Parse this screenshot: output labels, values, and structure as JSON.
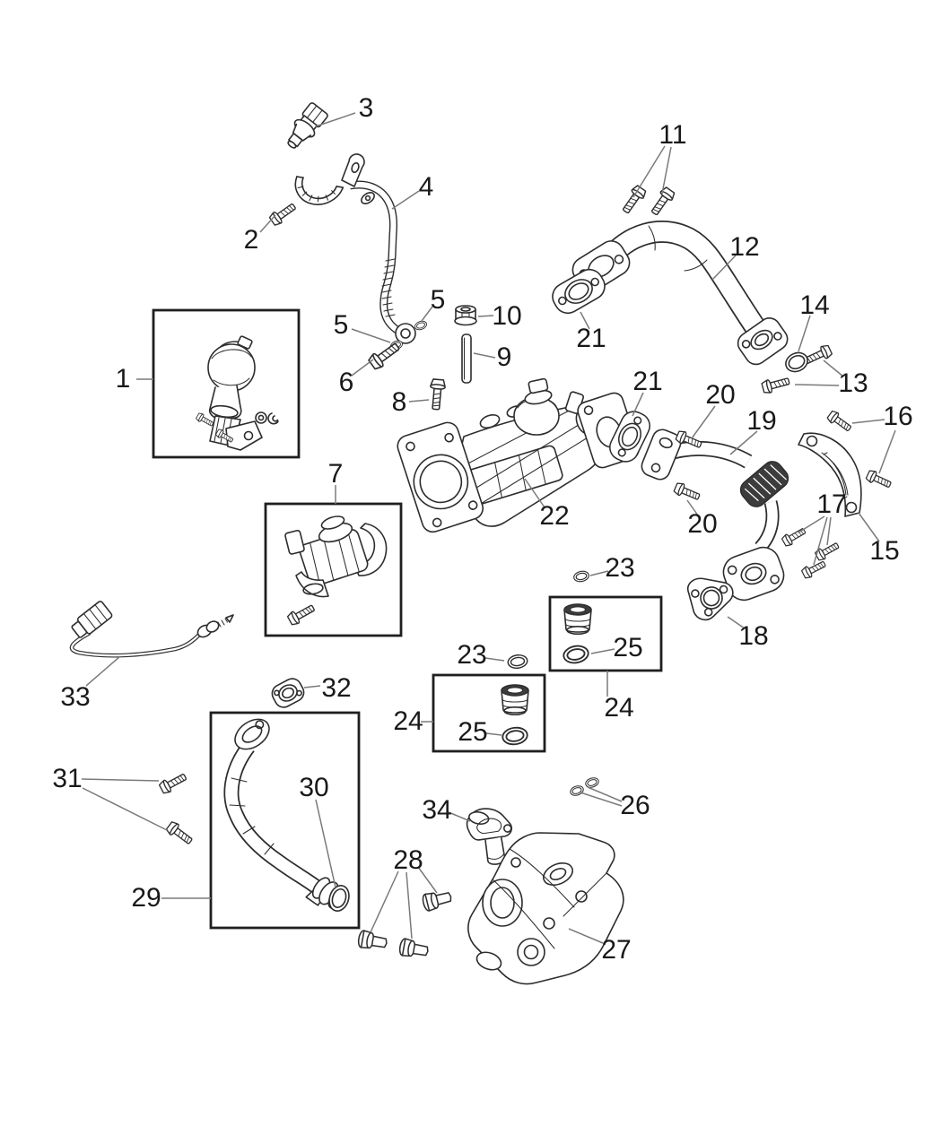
{
  "figure": {
    "type": "exploded-parts-diagram",
    "style": "monochrome-line-art"
  },
  "colors": {
    "line": "#2d2d2d",
    "leader": "#7a7a7a",
    "label": "#191919",
    "background": "#ffffff"
  },
  "callouts": {
    "c1": "1",
    "c2": "2",
    "c3": "3",
    "c4": "4",
    "c5a": "5",
    "c5b": "5",
    "c6": "6",
    "c7": "7",
    "c8": "8",
    "c9": "9",
    "c10": "10",
    "c11": "11",
    "c12": "12",
    "c13": "13",
    "c14": "14",
    "c15": "15",
    "c16": "16",
    "c17": "17",
    "c18": "18",
    "c19": "19",
    "c20a": "20",
    "c20b": "20",
    "c21a": "21",
    "c21b": "21",
    "c22": "22",
    "c23a": "23",
    "c23b": "23",
    "c24a": "24",
    "c24b": "24",
    "c25a": "25",
    "c25b": "25",
    "c26": "26",
    "c27": "27",
    "c28": "28",
    "c29": "29",
    "c30": "30",
    "c31": "31",
    "c32": "32",
    "c33": "33",
    "c34": "34"
  }
}
